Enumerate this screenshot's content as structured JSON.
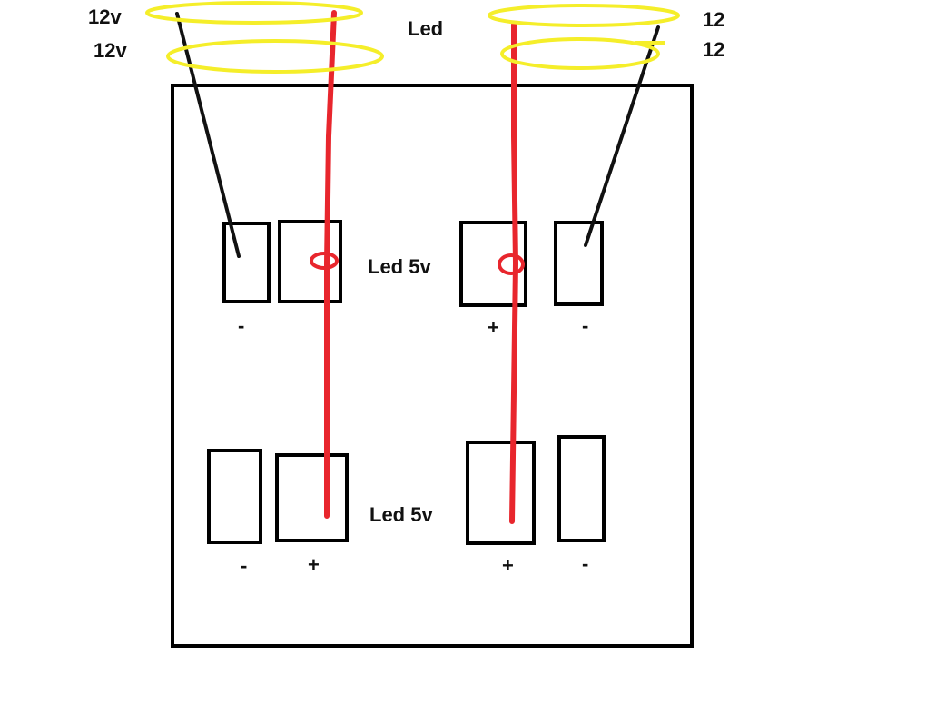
{
  "labels": {
    "top_left_a": "12v",
    "top_left_b": "12v",
    "top_center": "Led",
    "top_right_a": "12",
    "top_right_b": "12",
    "mid_center": "Led 5v",
    "bottom_center": "Led 5v"
  },
  "pads": {
    "upper_left_minus": "-",
    "upper_right_plus": "+",
    "upper_right_minus": "-",
    "lower_left_minus": "-",
    "lower_left_plus": "+",
    "lower_right_plus": "+",
    "lower_right_minus": "-"
  },
  "colors": {
    "outline": "#000000",
    "wire_red": "#e8262d",
    "wire_black": "#111111",
    "coil_yellow": "#f5ee2a"
  }
}
